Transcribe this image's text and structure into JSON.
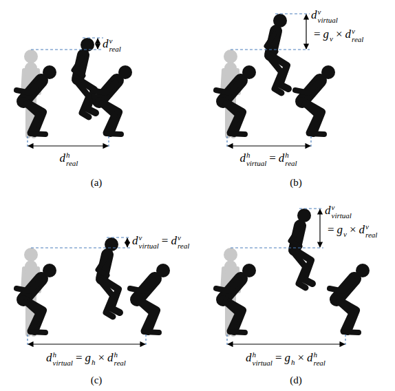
{
  "diagram": {
    "labels": [
      "d",
      "v",
      "real",
      "d",
      "h",
      "real",
      "(a)",
      "d",
      "v",
      "virtual",
      "=",
      "g",
      "v",
      "×",
      "d",
      "v",
      "real",
      "d",
      "h",
      "virtual",
      "=",
      "d",
      "h",
      "real",
      "(b)",
      "d",
      "v",
      "virtual",
      "=",
      "d",
      "v",
      "real",
      "d",
      "h",
      "virtual",
      "=",
      "g",
      "h",
      "×",
      "d",
      "h",
      "real",
      "(c)",
      "d",
      "v",
      "virtual",
      "=",
      "g",
      "v",
      "×",
      "d",
      "v",
      "real",
      "d",
      "h",
      "virtual",
      "=",
      "g",
      "h",
      "×",
      "d",
      "h",
      "real",
      "(d)"
    ]
  }
}
